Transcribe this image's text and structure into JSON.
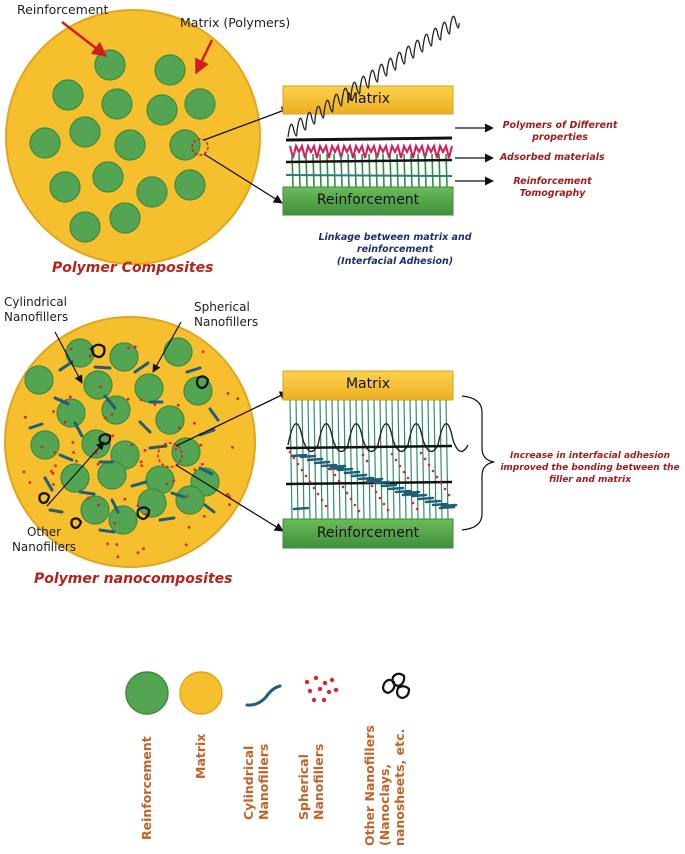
{
  "top": {
    "reinforcement_label": "Reinforcement",
    "matrix_label": "Matrix (Polymers)",
    "title": "Polymer Composites",
    "bar_matrix": "Matrix",
    "bar_reinforcement": "Reinforcement",
    "side_polymers_line1": "Polymers of Different",
    "side_polymers_line2": "properties",
    "side_adsorbed": "Adsorbed materials",
    "side_reinf_line1": "Reinforcement",
    "side_reinf_line2": "Tomography",
    "linkage_line1": "Linkage between matrix and",
    "linkage_line2": "reinforcement",
    "linkage_line3": "(Interfacial Adhesion)"
  },
  "bottom": {
    "cyl_line1": "Cylindrical",
    "cyl_line2": "Nanofillers",
    "sph_line1": "Spherical",
    "sph_line2": "Nanofillers",
    "other_line1": "Other",
    "other_line2": "Nanofillers",
    "title": "Polymer nanocomposites",
    "bar_matrix": "Matrix",
    "bar_reinforcement": "Reinforcement",
    "adhesion_line1": "Increase in interfacial adhesion",
    "adhesion_line2": "improved the bonding between the",
    "adhesion_line3": "filler and matrix"
  },
  "legend": {
    "reinforcement": "Reinforcement",
    "matrix": "Matrix",
    "cyl_line1": "Cylindrical",
    "cyl_line2": "Nanofillers",
    "sph_line1": "Spherical",
    "sph_line2": "Nanofillers",
    "other_line1": "Other Nanofillers",
    "other_line2": "(Nanoclays,",
    "other_line3": "nanosheets, etc."
  },
  "colors": {
    "matrix_fill": "#f6bf2d",
    "matrix_edge": "#e2a51f",
    "reinforcement_fill": "#53a553",
    "reinforcement_edge": "#3f8a3f",
    "arrow_red": "#d21d1d",
    "cyl_filler": "#1f5f78",
    "sph_filler": "#d8262c",
    "other_filler": "#111111",
    "label_red": "#a01e1e",
    "label_blue": "#1f2f6e",
    "legend_text": "#c0642a"
  }
}
